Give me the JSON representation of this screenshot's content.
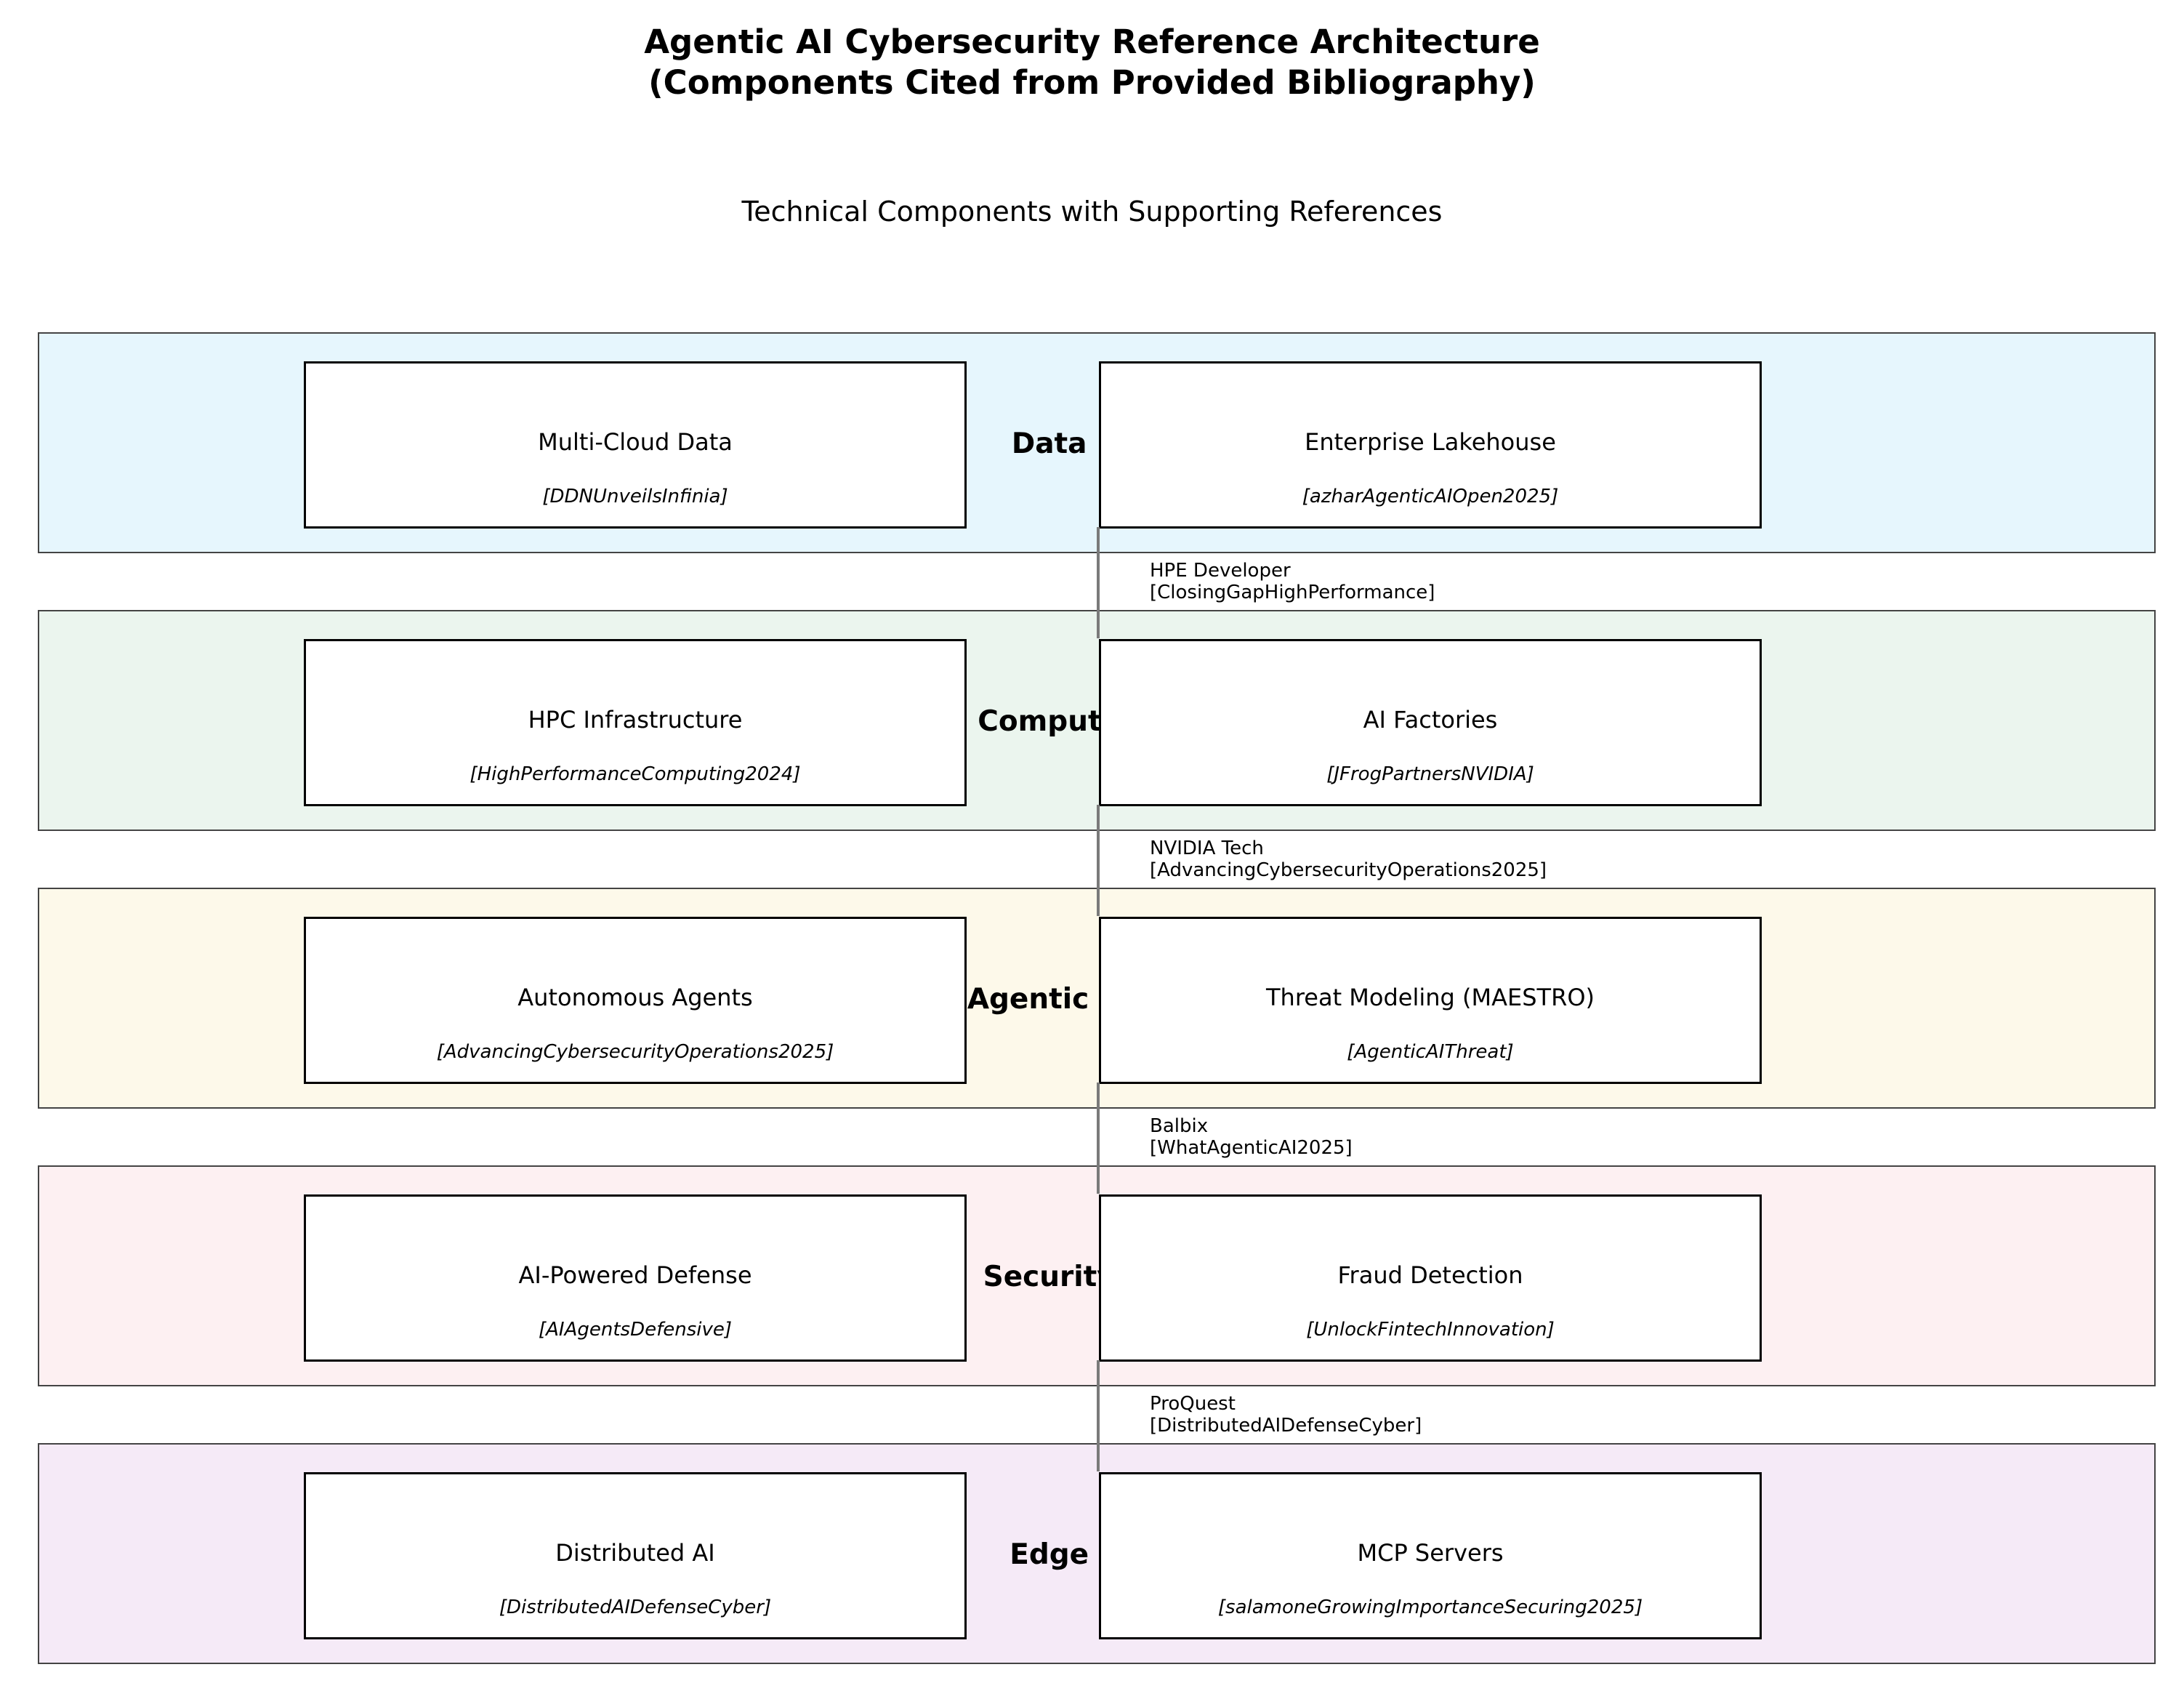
{
  "title": {
    "line1": "Agentic AI Cybersecurity Reference Architecture",
    "line2": "(Components Cited from Provided Bibliography)"
  },
  "subtitle": "Technical Components with Supporting References",
  "layers": [
    {
      "label": "Data Layer",
      "color": "#e6f6fd",
      "left": {
        "name": "Multi-Cloud Data",
        "ref": "[DDNUnveilsInfinia]"
      },
      "right": {
        "name": "Enterprise Lakehouse",
        "ref": "[azharAgenticAIOpen2025]"
      }
    },
    {
      "label": "Compute Layer",
      "color": "#ebf5ee",
      "left": {
        "name": "HPC Infrastructure",
        "ref": "[HighPerformanceComputing2024]"
      },
      "right": {
        "name": "AI Factories",
        "ref": "[JFrogPartnersNVIDIA]"
      }
    },
    {
      "label": "Agentic AI Layer",
      "color": "#fdf9ea",
      "left": {
        "name": "Autonomous Agents",
        "ref": "[AdvancingCybersecurityOperations2025]"
      },
      "right": {
        "name": "Threat Modeling (MAESTRO)",
        "ref": "[AgenticAIThreat]"
      }
    },
    {
      "label": "Security Layer",
      "color": "#fdf0f2",
      "left": {
        "name": "AI-Powered Defense",
        "ref": "[AIAgentsDefensive]"
      },
      "right": {
        "name": "Fraud Detection",
        "ref": "[UnlockFintechInnovation]"
      }
    },
    {
      "label": "Edge Layer",
      "color": "#f5eaf7",
      "left": {
        "name": "Distributed AI",
        "ref": "[DistributedAIDefenseCyber]"
      },
      "right": {
        "name": "MCP Servers",
        "ref": "[salamoneGrowingImportanceSecuring2025]"
      }
    }
  ],
  "connections": [
    {
      "source": "HPE Developer",
      "ref": "[ClosingGapHighPerformance]"
    },
    {
      "source": "NVIDIA Tech",
      "ref": "[AdvancingCybersecurityOperations2025]"
    },
    {
      "source": "Balbix",
      "ref": "[WhatAgenticAI2025]"
    },
    {
      "source": "ProQuest",
      "ref": "[DistributedAIDefenseCyber]"
    }
  ]
}
